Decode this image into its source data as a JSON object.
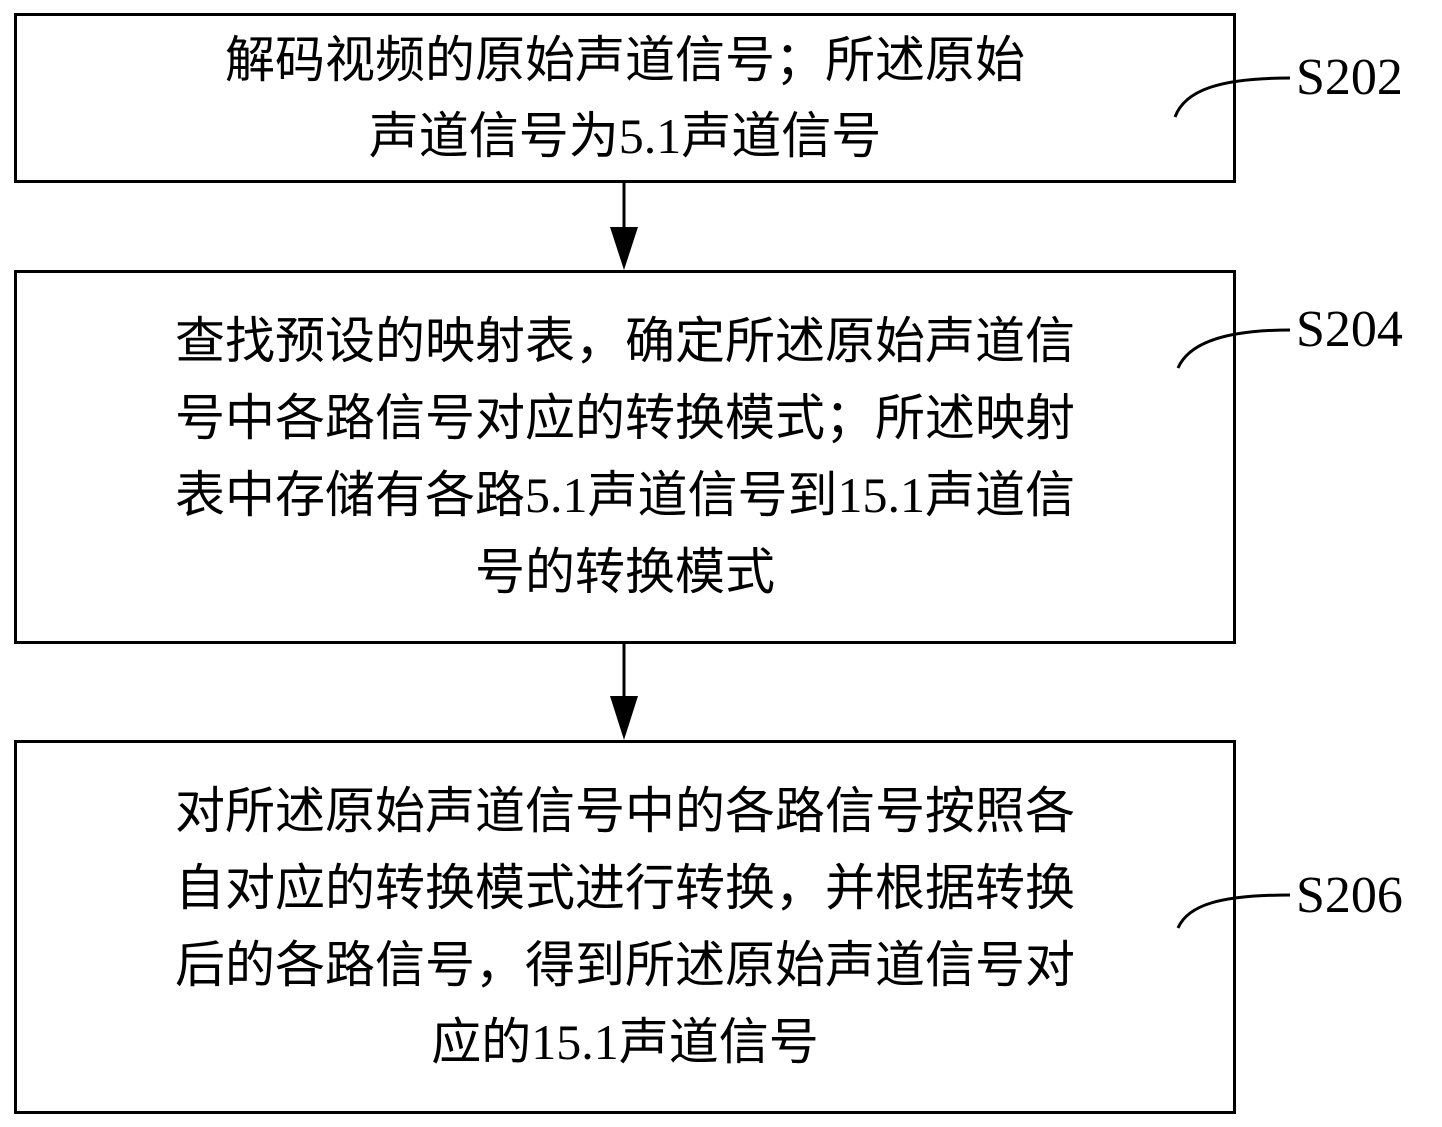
{
  "steps": [
    {
      "id": "S202",
      "lines": [
        "解码视频的原始声道信号；所述原始",
        "声道信号为5.1声道信号"
      ]
    },
    {
      "id": "S204",
      "lines": [
        "查找预设的映射表，确定所述原始声道信",
        "号中各路信号对应的转换模式；所述映射",
        "表中存储有各路5.1声道信号到15.1声道信",
        "号的转换模式"
      ]
    },
    {
      "id": "S206",
      "lines": [
        "对所述原始声道信号中的各路信号按照各",
        "自对应的转换模式进行转换，并根据转换",
        "后的各路信号，得到所述原始声道信号对",
        "应的15.1声道信号"
      ]
    }
  ]
}
